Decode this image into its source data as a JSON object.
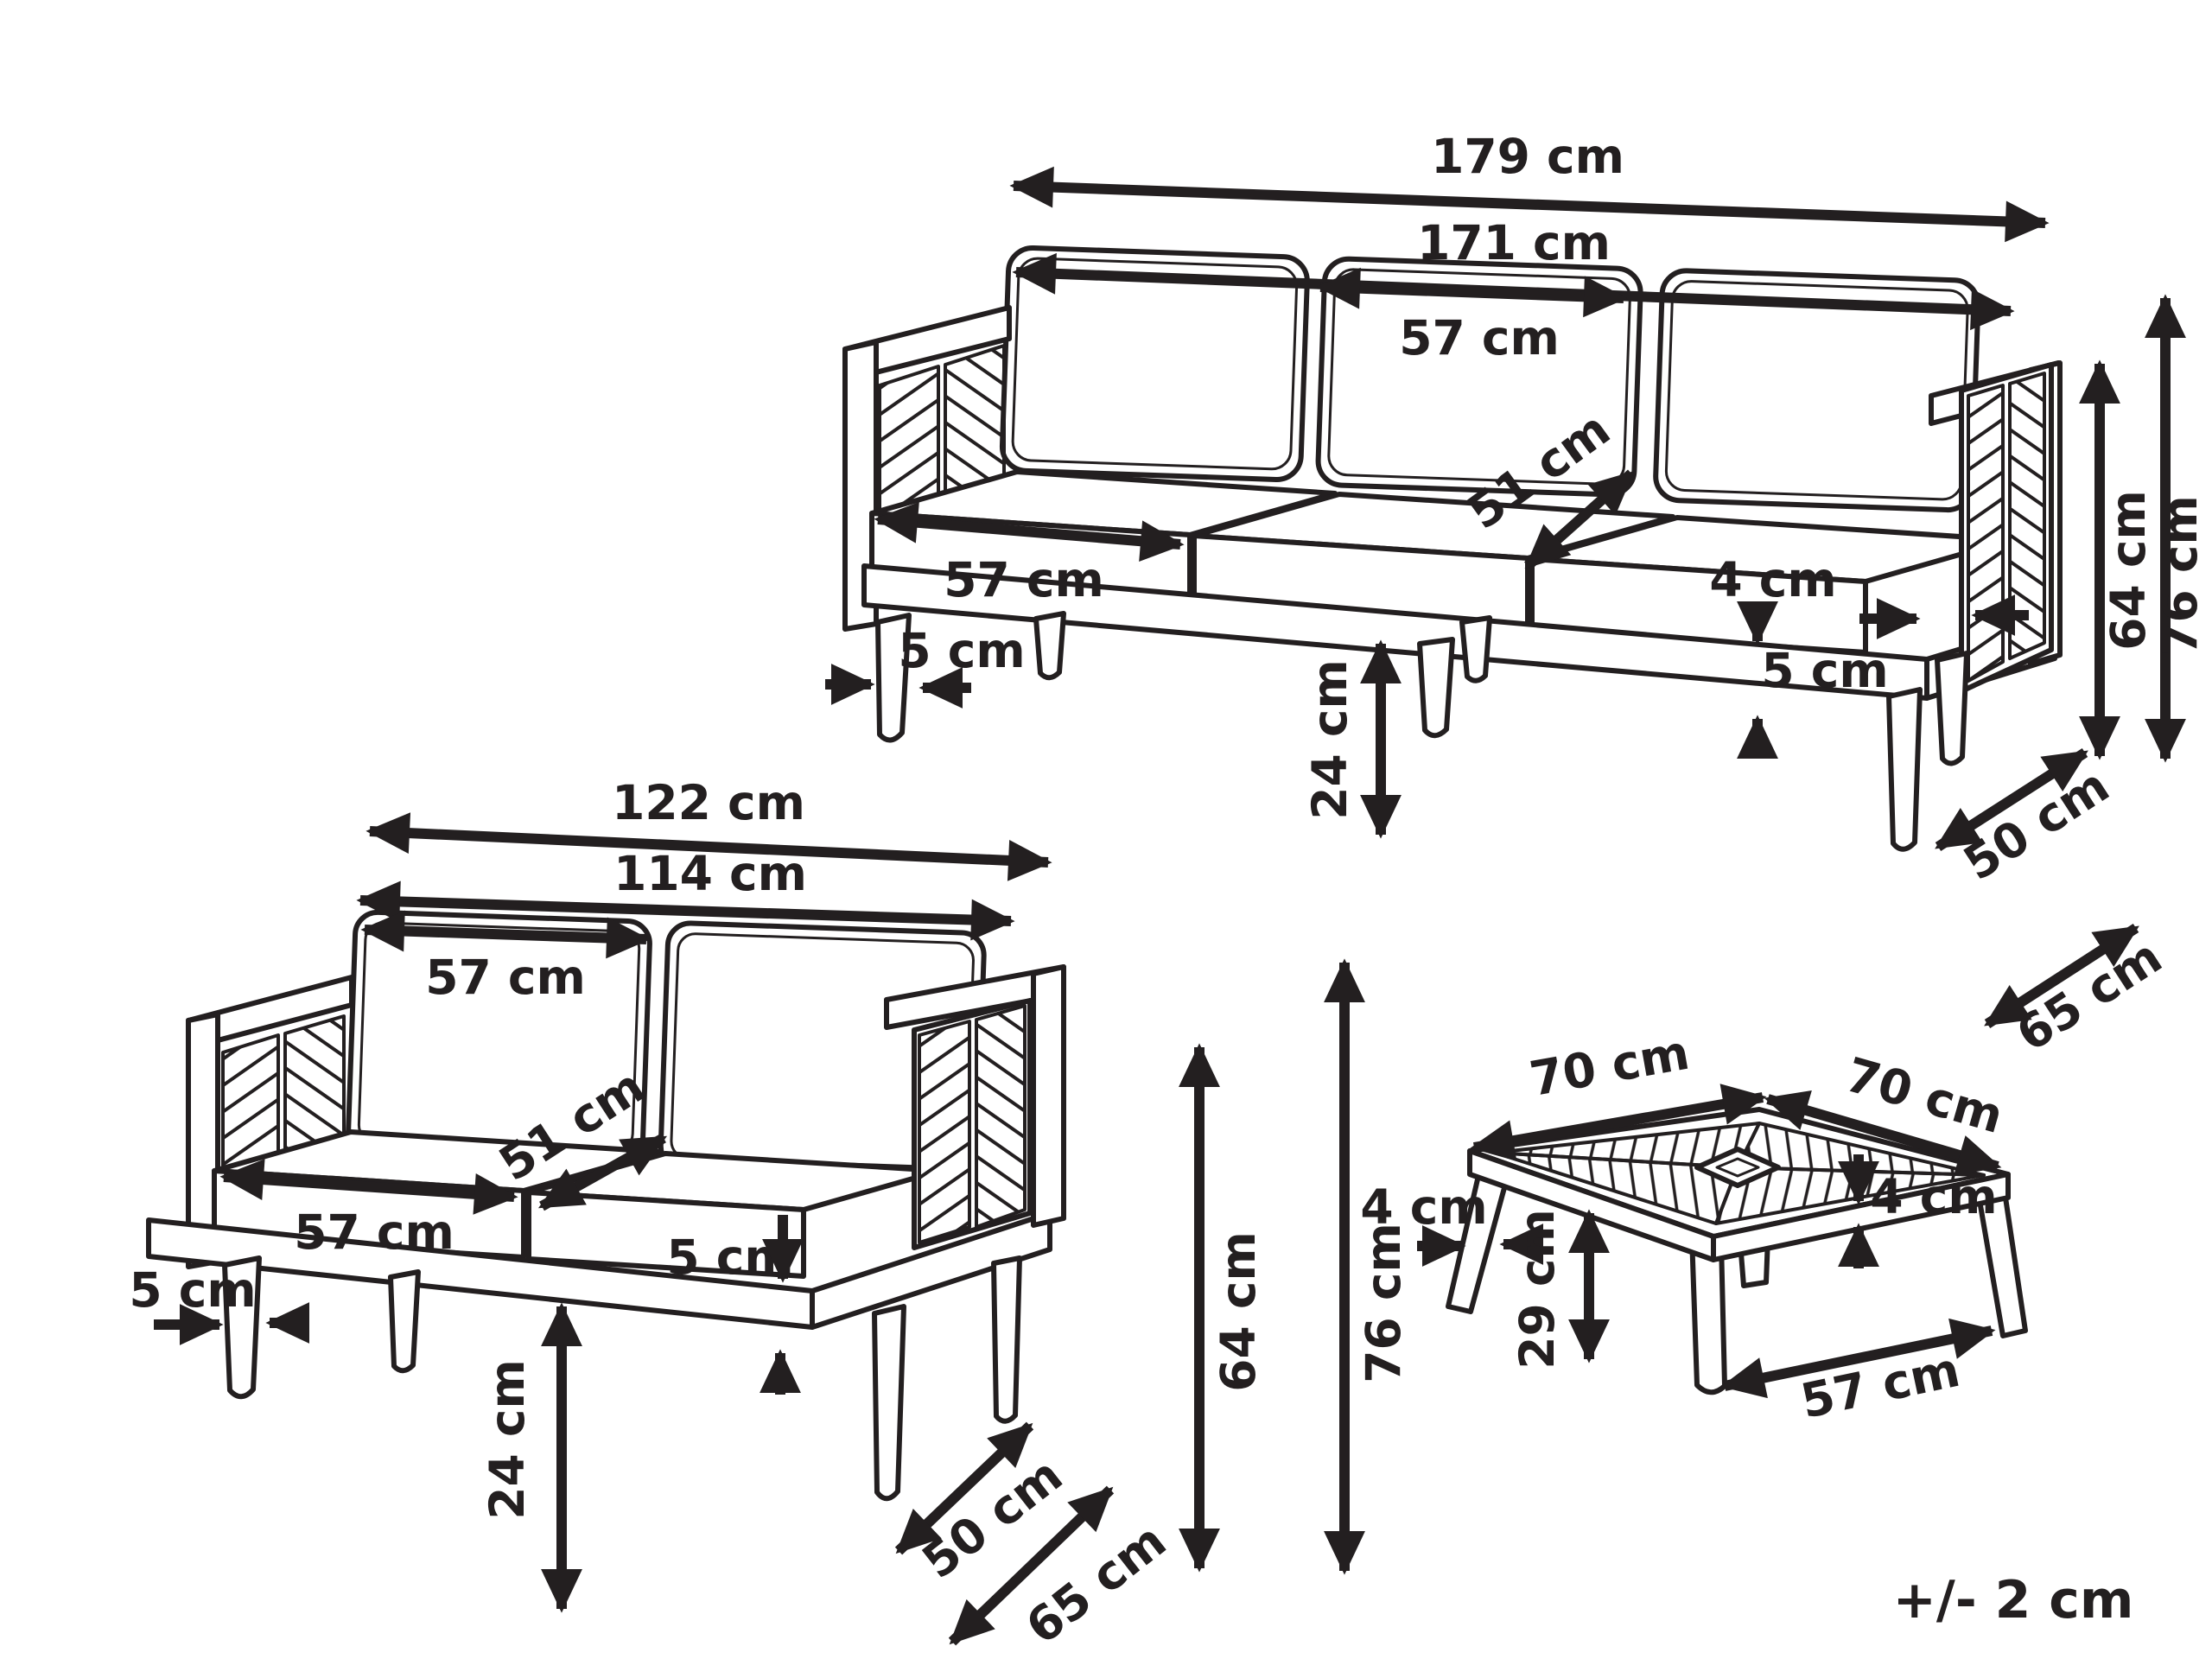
{
  "note": {
    "tolerance": "+/- 2 cm"
  },
  "sofa3": {
    "width_overall": "179 cm",
    "width_seating": "171 cm",
    "back_cushion_width": "57 cm",
    "seat_cushion_width": "57 cm",
    "seat_cushion_depth": "51 cm",
    "armrest_thickness": "4 cm",
    "leg_width": "5 cm",
    "frame_thickness": "5 cm",
    "leg_height": "24 cm",
    "armrest_height": "64 cm",
    "total_height": "76 cm",
    "seat_depth": "50 cm",
    "total_depth": "65 cm"
  },
  "sofa2": {
    "width_overall": "122 cm",
    "width_seating": "114 cm",
    "back_cushion_width": "57 cm",
    "seat_cushion_width": "57 cm",
    "seat_cushion_depth": "51 cm",
    "leg_width": "5 cm",
    "frame_thickness": "5 cm",
    "leg_height": "24 cm",
    "armrest_height": "64 cm",
    "total_height": "76 cm",
    "seat_depth": "50 cm",
    "total_depth": "65 cm"
  },
  "table": {
    "top_width": "70 cm",
    "top_depth": "70 cm",
    "leg_width": "4 cm",
    "top_thickness": "4 cm",
    "clearance_height": "29 cm",
    "base_span": "57 cm"
  }
}
